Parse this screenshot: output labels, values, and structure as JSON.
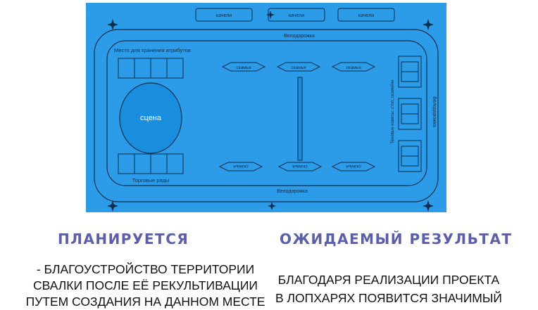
{
  "plan": {
    "swings": [
      "качели",
      "качели",
      "качели"
    ],
    "bike_path_top": "Велодорожка",
    "bike_path_bottom": "Велодорожка",
    "bike_path_right": "Велодорожка",
    "attribute_storage": "Место для хранения атрибутов",
    "stage": "сцена",
    "trade_rows": "Торговые ряды",
    "bench_top": [
      "скамья",
      "скамья",
      "скамья"
    ],
    "bench_bottom": [
      "скамья",
      "скамья",
      "скамья"
    ],
    "shade_canopies": "Теневые навесы: стол, скамейки",
    "colors": {
      "plan_bg": "#2c9be8",
      "line": "#0d2f4f",
      "heading": "#5b5ea8"
    }
  },
  "left": {
    "heading": "ПЛАНИРУЕТСЯ",
    "lines": [
      "- благоустройство территории",
      "свалки после её рекультивации",
      "путем создания на данном месте"
    ]
  },
  "right": {
    "heading": "ОЖИДАЕМЫЙ РЕЗУЛЬТАТ",
    "lines": [
      "благодаря реализации проекта",
      "в лопхарях появится значимый"
    ]
  }
}
